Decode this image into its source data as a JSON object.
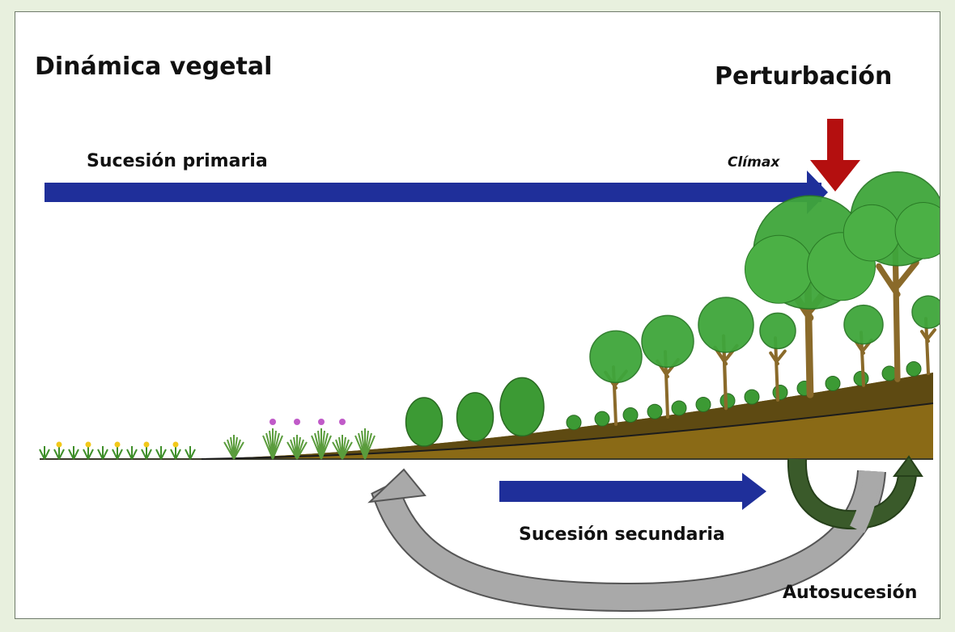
{
  "title": "Dinámica vegetal",
  "labels": {
    "perturbation": "Perturbación",
    "primary_succession": "Sucesión primaria",
    "climax": "Clímax",
    "secondary_succession": "Sucesión secundaria",
    "autosuccession": "Autosucesión"
  },
  "colors": {
    "succession_arrow": "#1f2f9a",
    "perturbation_arrow": "#b40f0f",
    "return_arrow_gray": "#a9a9a9",
    "autosuccession_green": "#3a5a2a",
    "soil": "#8a6a16",
    "tree_foliage": "#3fa63b",
    "trunk": "#8a6a2a",
    "background": "#e8f0de"
  },
  "icons": [
    "herb-icon",
    "shrub-icon",
    "tree-icon"
  ]
}
